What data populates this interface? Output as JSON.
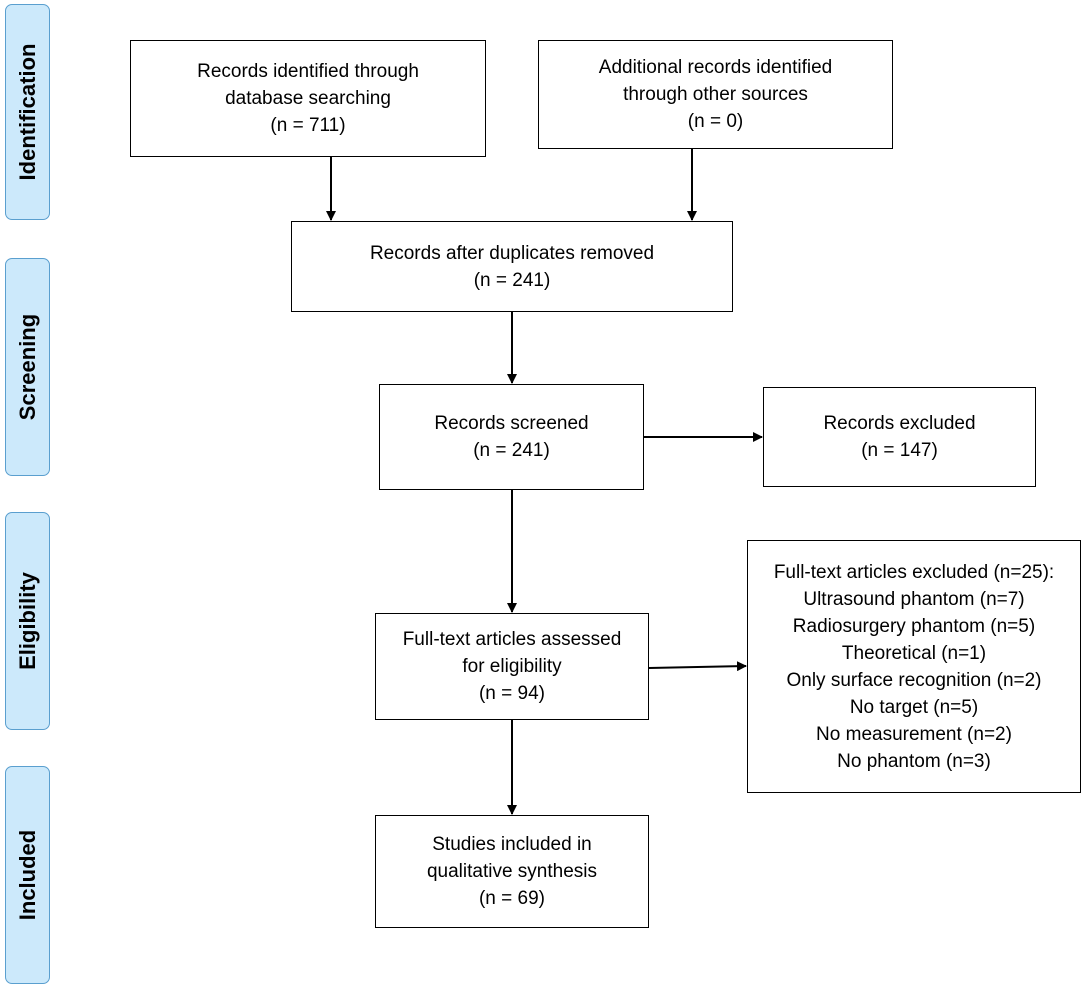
{
  "phases": {
    "identification": "Identification",
    "screening": "Screening",
    "eligibility": "Eligibility",
    "included": "Included"
  },
  "boxes": {
    "database_records": {
      "line1": "Records identified through",
      "line2": "database searching",
      "line3": "(n = 711)"
    },
    "other_records": {
      "line1": "Additional records identified",
      "line2": "through other sources",
      "line3": "(n = 0)"
    },
    "duplicates_removed": {
      "line1": "Records after duplicates removed",
      "line2": "(n = 241)"
    },
    "screened": {
      "line1": "Records screened",
      "line2": "(n = 241)"
    },
    "excluded": {
      "line1": "Records excluded",
      "line2": "(n = 147)"
    },
    "fulltext_assessed": {
      "line1": "Full-text articles assessed",
      "line2": "for eligibility",
      "line3": "(n = 94)"
    },
    "fulltext_excluded": {
      "title": "Full-text articles excluded (n=25):",
      "reasons": [
        "Ultrasound phantom (n=7)",
        "Radiosurgery phantom (n=5)",
        "Theoretical (n=1)",
        "Only surface recognition (n=2)",
        "No target (n=5)",
        "No measurement (n=2)",
        "No phantom (n=3)"
      ]
    },
    "included_studies": {
      "line1": "Studies included in",
      "line2": "qualitative synthesis",
      "line3": "(n = 69)"
    }
  }
}
